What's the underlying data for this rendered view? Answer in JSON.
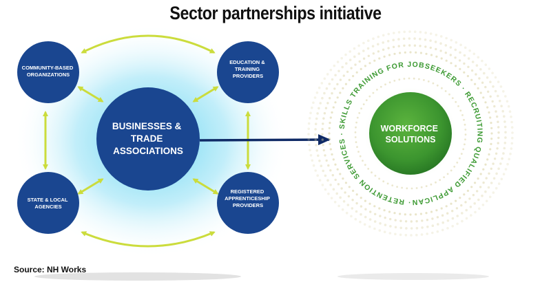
{
  "title": "Sector partnerships initiative",
  "source": "Source: NH Works",
  "hub": [
    "BUSINESSES &",
    "TRADE",
    "ASSOCIATIONS"
  ],
  "nodes": {
    "community": [
      "COMMUNITY-BASED",
      "ORGANIZATIONS"
    ],
    "education": [
      "EDUCATION &",
      "TRAINING",
      "PROVIDERS"
    ],
    "state": [
      "STATE & LOCAL",
      "AGENCIES"
    ],
    "apprenticeship": [
      "REGISTERED",
      "APPRENTICESHIP",
      "PROVIDERS"
    ]
  },
  "outcome": [
    "WORKFORCE",
    "SOLUTIONS"
  ],
  "ring_text": "· RETENTION SERVICES · SKILLS TRAINING FOR JOBSEEKERS · RECRUITING QUALIFIED APPLICANTS",
  "colors": {
    "node_blue": "#1a4690",
    "glow": "#59d2f0",
    "connector": "#cbdc3c",
    "arrow": "#0f2a66",
    "green": "#3f9a39",
    "ring_dots": "#d7cf9e",
    "ring_text": "#3d9a33"
  }
}
